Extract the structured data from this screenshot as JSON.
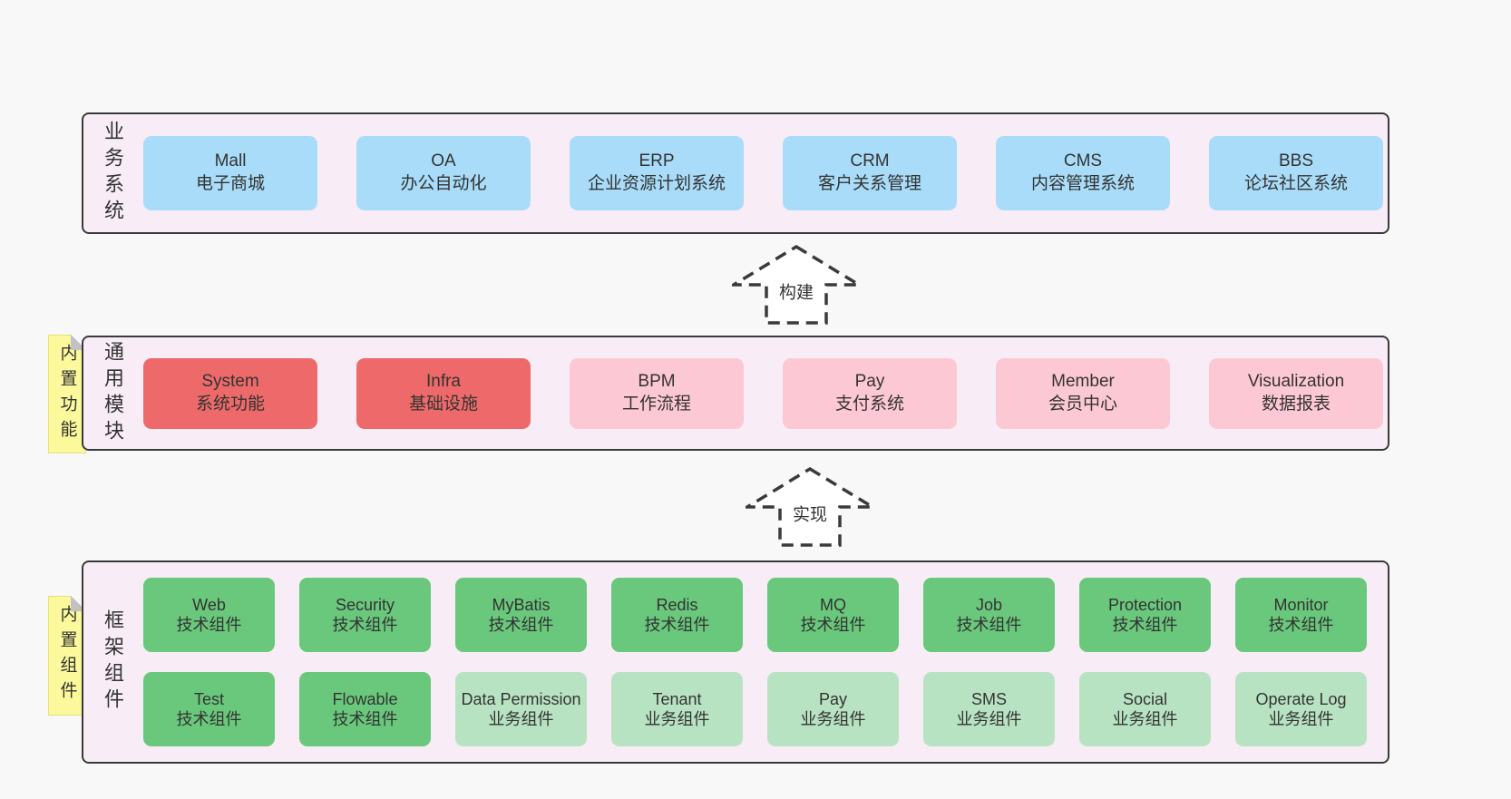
{
  "colors": {
    "page_bg": "#f8f8f8",
    "band_bg": "#f8edf6",
    "band_border": "#3a3a3a",
    "box_blue": "#a9dcf8",
    "box_red": "#ee6a6a",
    "box_pink": "#fcc8d3",
    "box_green": "#6ac87c",
    "box_lightgreen": "#b8e3c2",
    "sticky_yellow": "#fbf99c",
    "text": "#333333"
  },
  "arrows": [
    {
      "label": "构建"
    },
    {
      "label": "实现"
    }
  ],
  "bands": [
    {
      "key": "business-systems",
      "vertical_label": "业务系统",
      "sticky": null,
      "rows": [
        [
          {
            "title": "Mall",
            "subtitle": "电子商城",
            "variant": "blue"
          },
          {
            "title": "OA",
            "subtitle": "办公自动化",
            "variant": "blue"
          },
          {
            "title": "ERP",
            "subtitle": "企业资源计划系统",
            "variant": "blue"
          },
          {
            "title": "CRM",
            "subtitle": "客户关系管理",
            "variant": "blue"
          },
          {
            "title": "CMS",
            "subtitle": "内容管理系统",
            "variant": "blue"
          },
          {
            "title": "BBS",
            "subtitle": "论坛社区系统",
            "variant": "blue"
          }
        ]
      ]
    },
    {
      "key": "common-modules",
      "vertical_label": "通用模块",
      "sticky": "内置功能",
      "rows": [
        [
          {
            "title": "System",
            "subtitle": "系统功能",
            "variant": "red"
          },
          {
            "title": "Infra",
            "subtitle": "基础设施",
            "variant": "red"
          },
          {
            "title": "BPM",
            "subtitle": "工作流程",
            "variant": "pink"
          },
          {
            "title": "Pay",
            "subtitle": "支付系统",
            "variant": "pink"
          },
          {
            "title": "Member",
            "subtitle": "会员中心",
            "variant": "pink"
          },
          {
            "title": "Visualization",
            "subtitle": "数据报表",
            "variant": "pink"
          }
        ]
      ]
    },
    {
      "key": "framework-components",
      "vertical_label": "框架组件",
      "sticky": "内置组件",
      "rows": [
        [
          {
            "title": "Web",
            "subtitle": "技术组件",
            "variant": "green"
          },
          {
            "title": "Security",
            "subtitle": "技术组件",
            "variant": "green"
          },
          {
            "title": "MyBatis",
            "subtitle": "技术组件",
            "variant": "green"
          },
          {
            "title": "Redis",
            "subtitle": "技术组件",
            "variant": "green"
          },
          {
            "title": "MQ",
            "subtitle": "技术组件",
            "variant": "green"
          },
          {
            "title": "Job",
            "subtitle": "技术组件",
            "variant": "green"
          },
          {
            "title": "Protection",
            "subtitle": "技术组件",
            "variant": "green"
          },
          {
            "title": "Monitor",
            "subtitle": "技术组件",
            "variant": "green"
          }
        ],
        [
          {
            "title": "Test",
            "subtitle": "技术组件",
            "variant": "green"
          },
          {
            "title": "Flowable",
            "subtitle": "技术组件",
            "variant": "green"
          },
          {
            "title": "Data Permission",
            "subtitle": "业务组件",
            "variant": "lightgreen"
          },
          {
            "title": "Tenant",
            "subtitle": "业务组件",
            "variant": "lightgreen"
          },
          {
            "title": "Pay",
            "subtitle": "业务组件",
            "variant": "lightgreen"
          },
          {
            "title": "SMS",
            "subtitle": "业务组件",
            "variant": "lightgreen"
          },
          {
            "title": "Social",
            "subtitle": "业务组件",
            "variant": "lightgreen"
          },
          {
            "title": "Operate Log",
            "subtitle": "业务组件",
            "variant": "lightgreen"
          }
        ]
      ]
    }
  ]
}
